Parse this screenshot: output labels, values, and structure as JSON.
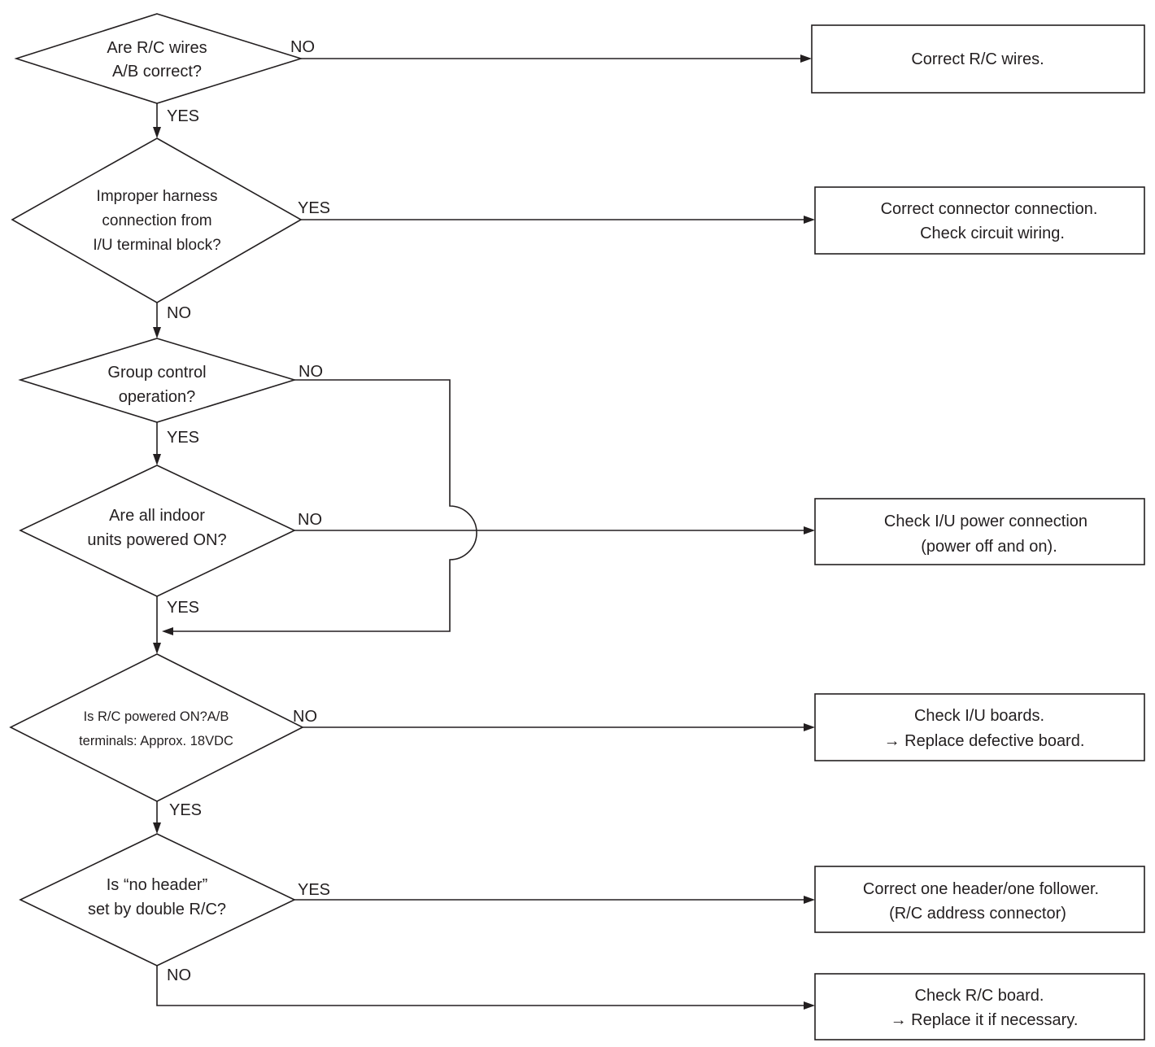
{
  "decisions": [
    {
      "lines": [
        "Are R/C wires",
        "A/B correct?"
      ]
    },
    {
      "lines": [
        "Improper harness",
        "connection from",
        "I/U terminal block?"
      ]
    },
    {
      "lines": [
        "Group control",
        "operation?"
      ]
    },
    {
      "lines": [
        "Are all indoor",
        "units powered ON?"
      ]
    },
    {
      "lines": [
        "Is R/C powered ON?A/B",
        "terminals: Approx. 18VDC"
      ]
    },
    {
      "lines": [
        "Is “no header”",
        "set by double R/C?"
      ]
    }
  ],
  "actions": [
    {
      "lines": [
        "Correct R/C wires."
      ]
    },
    {
      "lines": [
        "Correct connector connection.",
        "Check circuit wiring."
      ]
    },
    {
      "lines": [
        "Check I/U power connection",
        "(power off and on)."
      ]
    },
    {
      "lines": [
        "Check I/U boards.",
        "→ Replace defective board."
      ]
    },
    {
      "lines": [
        "Correct one header/one follower.",
        "(R/C address connector)"
      ]
    },
    {
      "lines": [
        "Check R/C board.",
        "→ Replace it if necessary."
      ]
    }
  ],
  "edge_labels": {
    "d1_right": "NO",
    "d1_down": "YES",
    "d2_right": "YES",
    "d2_down": "NO",
    "d3_right": "NO",
    "d3_down": "YES",
    "d4_right": "NO",
    "d4_down": "YES",
    "d5_right": "NO",
    "d5_down": "YES",
    "d6_right": "YES",
    "d6_down": "NO"
  },
  "colors": {
    "ink": "#231f20",
    "background": "#ffffff"
  }
}
